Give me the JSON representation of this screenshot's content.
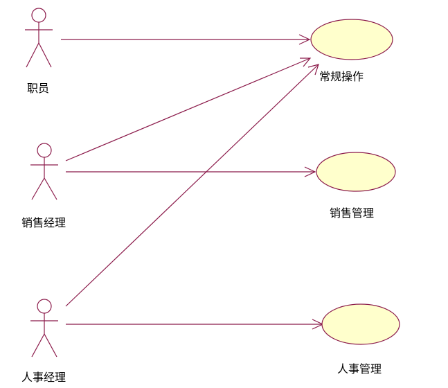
{
  "colors": {
    "line": "#8b1a4a",
    "usecase_fill": "#ffffcc",
    "text": "#000000",
    "background": "#ffffff"
  },
  "actors": [
    {
      "id": "clerk",
      "label": "职员"
    },
    {
      "id": "sales_manager",
      "label": "销售经理"
    },
    {
      "id": "hr_manager",
      "label": "人事经理"
    }
  ],
  "use_cases": [
    {
      "id": "routine_ops",
      "label": "常规操作"
    },
    {
      "id": "sales_mgmt",
      "label": "销售管理"
    },
    {
      "id": "hr_mgmt",
      "label": "人事管理"
    }
  ],
  "associations": [
    {
      "from": "clerk",
      "to": "routine_ops"
    },
    {
      "from": "sales_manager",
      "to": "routine_ops"
    },
    {
      "from": "sales_manager",
      "to": "sales_mgmt"
    },
    {
      "from": "hr_manager",
      "to": "routine_ops"
    },
    {
      "from": "hr_manager",
      "to": "hr_mgmt"
    }
  ]
}
